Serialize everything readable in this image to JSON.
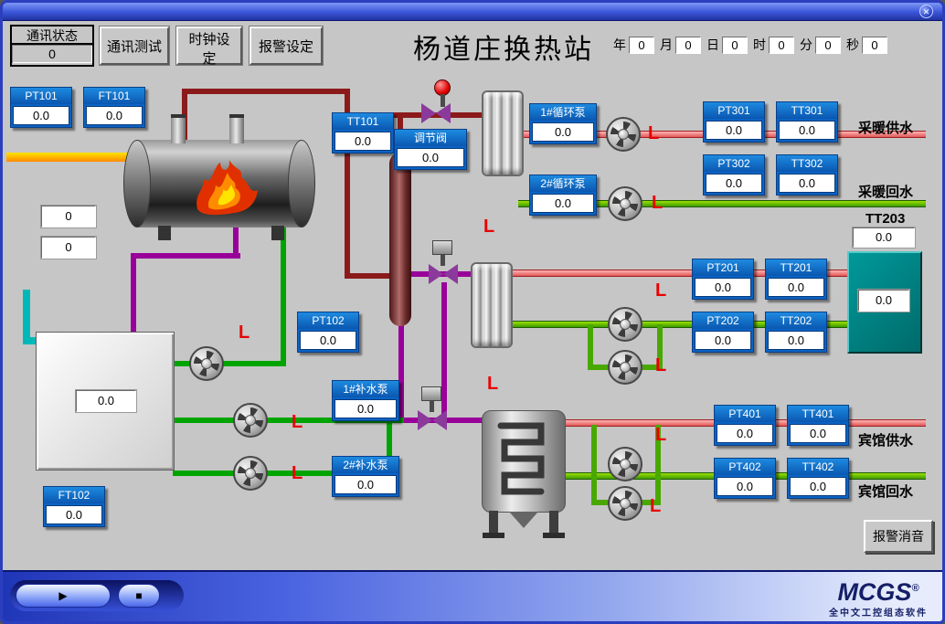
{
  "window": {
    "close_icon": "✕"
  },
  "header": {
    "comm_status": {
      "label": "通讯状态",
      "value": "0"
    },
    "buttons": {
      "comm_test": "通讯测试",
      "clock_set": "时钟设定",
      "alarm_set": "报警设定"
    },
    "title": "杨道庄换热站",
    "datetime": [
      {
        "label": "年",
        "value": "0"
      },
      {
        "label": "月",
        "value": "0"
      },
      {
        "label": "日",
        "value": "0"
      },
      {
        "label": "时",
        "value": "0"
      },
      {
        "label": "分",
        "value": "0"
      },
      {
        "label": "秒",
        "value": "0"
      }
    ]
  },
  "gauges": {
    "pt101": {
      "label": "PT101",
      "value": "0.0"
    },
    "ft101": {
      "label": "FT101",
      "value": "0.0"
    },
    "tt101": {
      "label": "TT101",
      "value": "0.0"
    },
    "regulating_valve": {
      "label": "调节阀",
      "value": "0.0"
    },
    "circ_pump_1": {
      "label": "1#循环泵",
      "value": "0.0"
    },
    "circ_pump_2": {
      "label": "2#循环泵",
      "value": "0.0"
    },
    "pt301": {
      "label": "PT301",
      "value": "0.0"
    },
    "tt301": {
      "label": "TT301",
      "value": "0.0"
    },
    "pt302": {
      "label": "PT302",
      "value": "0.0"
    },
    "tt302": {
      "label": "TT302",
      "value": "0.0"
    },
    "pt201": {
      "label": "PT201",
      "value": "0.0"
    },
    "tt201": {
      "label": "TT201",
      "value": "0.0"
    },
    "pt202": {
      "label": "PT202",
      "value": "0.0"
    },
    "tt202": {
      "label": "TT202",
      "value": "0.0"
    },
    "pt102": {
      "label": "PT102",
      "value": "0.0"
    },
    "makeup_pump_1": {
      "label": "1#补水泵",
      "value": "0.0"
    },
    "makeup_pump_2": {
      "label": "2#补水泵",
      "value": "0.0"
    },
    "pt401": {
      "label": "PT401",
      "value": "0.0"
    },
    "tt401": {
      "label": "TT401",
      "value": "0.0"
    },
    "pt402": {
      "label": "PT402",
      "value": "0.0"
    },
    "tt402": {
      "label": "TT402",
      "value": "0.0"
    },
    "ft102": {
      "label": "FT102",
      "value": "0.0"
    }
  },
  "value_boxes": {
    "boiler_left_1": "0",
    "boiler_left_2": "0",
    "tank_level": "0.0",
    "tt203": "0.0",
    "panel_value": "0.0"
  },
  "labels": {
    "heating_supply": "采暖供水",
    "heating_return": "采暖回水",
    "tt203": "TT203",
    "hotel_supply": "宾馆供水",
    "hotel_return": "宾馆回水"
  },
  "alarm": {
    "indicator": "L",
    "mute_button": "报警消音"
  },
  "footer": {
    "play_icon": "▶",
    "stop_icon": "■",
    "brand": "MCGS",
    "reg_mark": "®",
    "tagline": "全中文工控组态软件"
  },
  "colors": {
    "gauge_header": "#0b63c4",
    "alarm_red": "#e80000",
    "panel_teal": "#008080",
    "brand_navy": "#151f66",
    "window_blue": "#2b3fbe"
  }
}
